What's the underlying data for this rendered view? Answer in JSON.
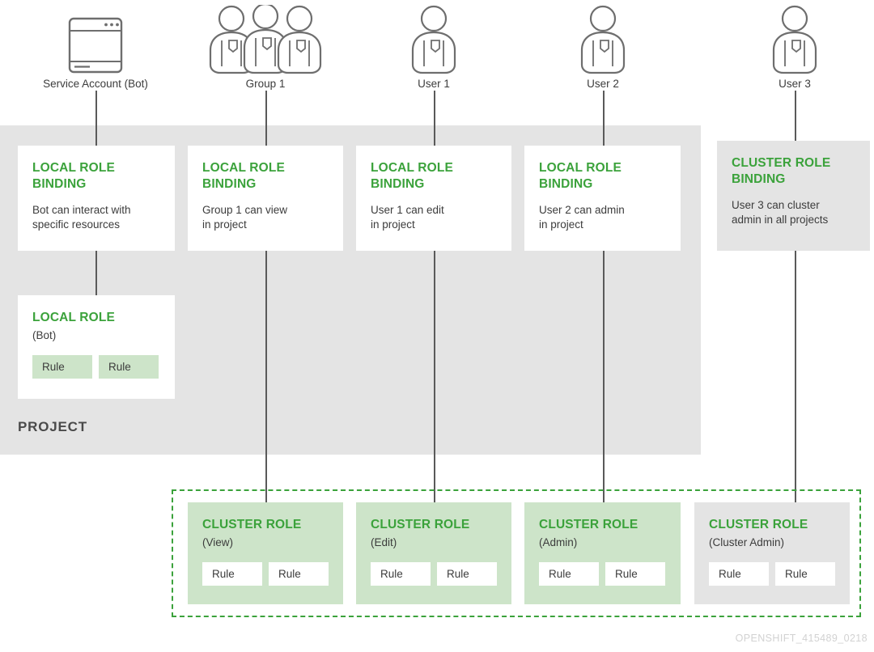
{
  "diagram": {
    "project_label": "PROJECT",
    "footer": "OPENSHIFT_415489_0218",
    "colors": {
      "green": "#3ba23b",
      "light_green": "#cde4c9",
      "gray_band": "#e4e4e4",
      "connector": "#5a5a5a",
      "text": "#3c3c3c"
    }
  },
  "actors": [
    {
      "label": "Service Account (Bot)",
      "icon": "browser-window-icon"
    },
    {
      "label": "Group 1",
      "icon": "group-of-people-icon"
    },
    {
      "label": "User 1",
      "icon": "person-icon"
    },
    {
      "label": "User 2",
      "icon": "person-icon"
    },
    {
      "label": "User 3",
      "icon": "person-icon"
    }
  ],
  "bindings": [
    {
      "title": "LOCAL ROLE\nBINDING",
      "desc": "Bot can interact with\nspecific resources",
      "style": "white"
    },
    {
      "title": "LOCAL ROLE\nBINDING",
      "desc": "Group 1 can view\nin project",
      "style": "white"
    },
    {
      "title": "LOCAL ROLE\nBINDING",
      "desc": "User 1 can edit\nin project",
      "style": "white"
    },
    {
      "title": "LOCAL ROLE\nBINDING",
      "desc": "User 2 can admin\nin project",
      "style": "white"
    },
    {
      "title": "CLUSTER ROLE\nBINDING",
      "desc": "User 3 can cluster\nadmin in all projects",
      "style": "gray"
    }
  ],
  "local_role": {
    "title": "LOCAL ROLE",
    "subtitle": "(Bot)",
    "rules": [
      "Rule",
      "Rule"
    ],
    "style": "white",
    "rule_style": "green"
  },
  "cluster_roles": [
    {
      "title": "CLUSTER ROLE",
      "subtitle": "(View)",
      "rules": [
        "Rule",
        "Rule"
      ],
      "style": "green",
      "rule_style": "white"
    },
    {
      "title": "CLUSTER ROLE",
      "subtitle": "(Edit)",
      "rules": [
        "Rule",
        "Rule"
      ],
      "style": "green",
      "rule_style": "white"
    },
    {
      "title": "CLUSTER ROLE",
      "subtitle": "(Admin)",
      "rules": [
        "Rule",
        "Rule"
      ],
      "style": "green",
      "rule_style": "white"
    },
    {
      "title": "CLUSTER ROLE",
      "subtitle": "(Cluster Admin)",
      "rules": [
        "Rule",
        "Rule"
      ],
      "style": "gray",
      "rule_style": "white"
    }
  ]
}
